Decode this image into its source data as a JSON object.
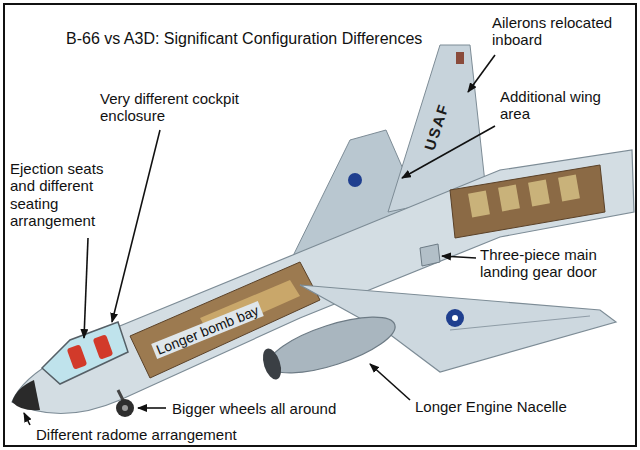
{
  "diagram": {
    "title": "B-66 vs A3D: Significant Configuration Differences",
    "labels": [
      "Ailerons relocated inboard",
      "Very different cockpit enclosure",
      "USAF",
      "Additional wing area",
      "Ejection seats and different seating arrangement",
      "Three-piece main landing gear door",
      "Longer bomb bay",
      "Longer Engine Nacelle",
      "Bigger wheels all around",
      "Different radome arrangement"
    ]
  }
}
